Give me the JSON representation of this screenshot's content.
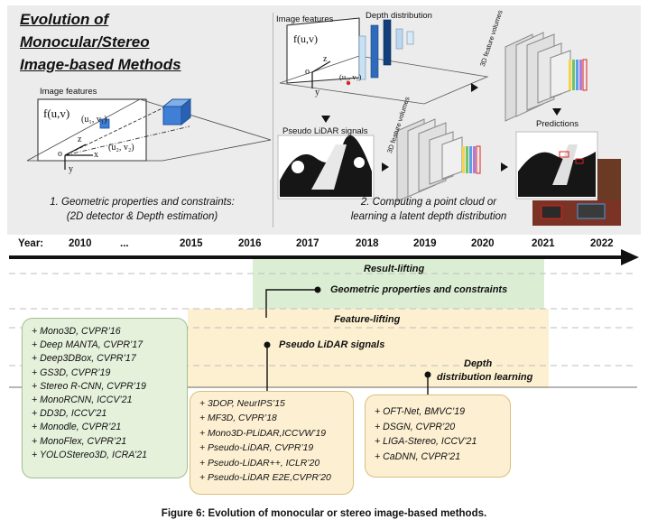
{
  "title": {
    "line1": "Evolution of",
    "line2": "Monocular/Stereo",
    "line3": "Image-based Methods"
  },
  "left_diagram": {
    "image_features_label": "Image features",
    "function_label": "f(u,v)",
    "point1": "(u₁, v₁)",
    "point2": "(u₂, v₂)",
    "axis_o": "o",
    "axis_x": "x",
    "axis_y": "y",
    "axis_z": "z",
    "caption_line1": "1. Geometric properties and constraints:",
    "caption_line2": "(2D detector & Depth estimation)"
  },
  "right_diagram": {
    "image_features_label": "Image features",
    "depth_distribution_label": "Depth distribution",
    "function_label": "f(u,v)",
    "point1": "(u₁, v₁)",
    "axis_o": "o",
    "axis_y": "y",
    "axis_z": "z",
    "volumes_label_top": "3D feature volumes",
    "volumes_label_mid": "3D feature volumes",
    "pseudo_lidar_label": "Pseudo LiDAR signals",
    "predictions_label": "Predictions",
    "caption_line1": "2. Computing a point cloud or",
    "caption_line2": "learning a latent depth distribution"
  },
  "timeline": {
    "year_label": "Year:",
    "ticks": [
      "2010",
      "...",
      "2015",
      "2016",
      "2017",
      "2018",
      "2019",
      "2020",
      "2021",
      "2022"
    ]
  },
  "bands": {
    "result_lifting": "Result-lifting",
    "geometric": "Geometric properties and constraints",
    "feature_lifting": "Feature-lifting",
    "pseudo_lidar": "Pseudo LiDAR signals",
    "depth_line1": "Depth",
    "depth_line2": "distribution learning"
  },
  "boxes": {
    "geometric_methods": [
      "+ Mono3D, CVPR’16",
      "+ Deep MANTA, CVPR’17",
      "+ Deep3DBox, CVPR’17",
      "+ GS3D, CVPR’19",
      "+ Stereo R-CNN, CVPR’19",
      "+ MonoRCNN, ICCV’21",
      "+ DD3D, ICCV’21",
      "+ Monodle, CVPR’21",
      "+ MonoFlex, CVPR’21",
      "+ YOLOStereo3D, ICRA’21"
    ],
    "pseudo_lidar_methods": [
      "+ 3DOP, NeurIPS’15",
      "+ MF3D, CVPR’18",
      "+ Mono3D-PLiDAR,ICCVW’19",
      "+ Pseudo-LiDAR, CVPR’19",
      "+ Pseudo-LiDAR++, ICLR’20",
      "+ Pseudo-LiDAR E2E,CVPR’20"
    ],
    "depth_methods": [
      "+ OFT-Net, BMVC’19",
      "+ DSGN, CVPR’20",
      "+ LIGA-Stereo, ICCV’21",
      "+ CaDNN, CVPR’21"
    ]
  },
  "caption": "Figure 6: Evolution of monocular or stereo image-based methods.",
  "colors": {
    "result_band": "#dbeed3",
    "feature_band": "#fdf0d0",
    "green_box": "#e6f1dc",
    "yellow_box": "#fdf0d2",
    "cube_blue": "#3f7fd6",
    "dark_blue": "#123e7a"
  }
}
